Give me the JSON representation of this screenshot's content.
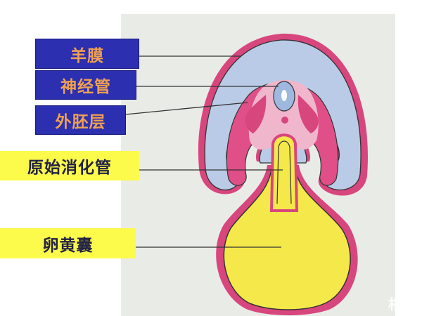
{
  "labels": {
    "amnion": "羊膜",
    "neural_tube": "神经管",
    "ectoderm": "外胚层",
    "primitive_gut": "原始消化管",
    "yolk_sac": "卵黄囊"
  },
  "watermark": "相因",
  "colors": {
    "label_blue": "#2b2fb0",
    "label_blue_text": "#f0a050",
    "label_yellow": "#fcfa4a",
    "amnion": "#b9cbe6",
    "magenta": "#d8467e",
    "pink": "#f0b6cc",
    "yolk": "#f4e84a"
  }
}
